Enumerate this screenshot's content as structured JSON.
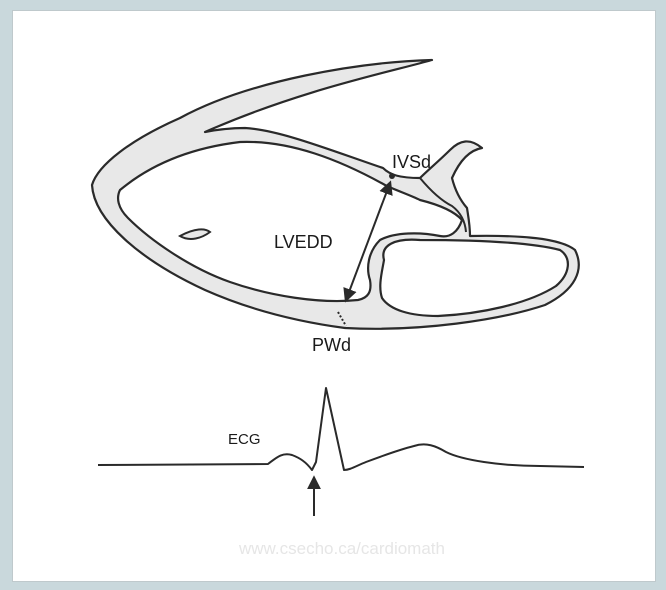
{
  "diagram": {
    "labels": {
      "ivsd": "IVSd",
      "lvedd": "LVEDD",
      "pwd": "PWd",
      "ecg": "ECG"
    },
    "watermark": "www.csecho.ca/cardiomath",
    "colors": {
      "page_background": "#c9d8dc",
      "panel_background": "#ffffff",
      "heart_fill": "#e8e8e8",
      "outline": "#2a2a2a",
      "watermark": "#e6e6e6"
    }
  }
}
